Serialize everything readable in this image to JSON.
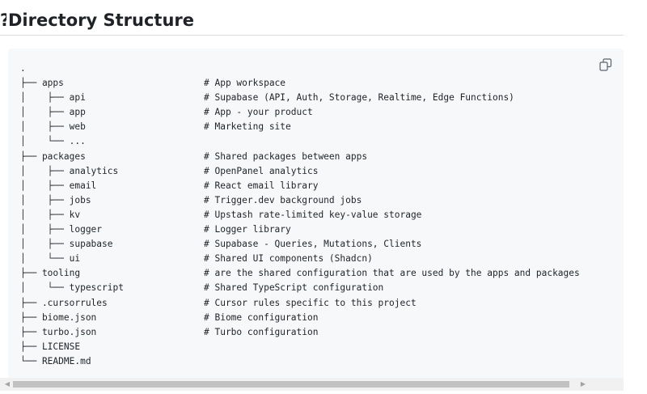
{
  "heading": {
    "title": "Directory Structure"
  },
  "code": {
    "lines": [
      {
        "tree": ".",
        "comment": ""
      },
      {
        "tree": "├── apps",
        "comment": "# App workspace"
      },
      {
        "tree": "│    ├── api",
        "comment": "# Supabase (API, Auth, Storage, Realtime, Edge Functions)"
      },
      {
        "tree": "│    ├── app",
        "comment": "# App - your product"
      },
      {
        "tree": "│    ├── web",
        "comment": "# Marketing site"
      },
      {
        "tree": "│    └── ...",
        "comment": ""
      },
      {
        "tree": "├── packages",
        "comment": "# Shared packages between apps"
      },
      {
        "tree": "│    ├── analytics",
        "comment": "# OpenPanel analytics"
      },
      {
        "tree": "│    ├── email",
        "comment": "# React email library"
      },
      {
        "tree": "│    ├── jobs",
        "comment": "# Trigger.dev background jobs"
      },
      {
        "tree": "│    ├── kv",
        "comment": "# Upstash rate-limited key-value storage"
      },
      {
        "tree": "│    ├── logger",
        "comment": "# Logger library"
      },
      {
        "tree": "│    ├── supabase",
        "comment": "# Supabase - Queries, Mutations, Clients"
      },
      {
        "tree": "│    └── ui",
        "comment": "# Shared UI components (Shadcn)"
      },
      {
        "tree": "├── tooling",
        "comment": "# are the shared configuration that are used by the apps and packages"
      },
      {
        "tree": "│    └── typescript",
        "comment": "# Shared TypeScript configuration"
      },
      {
        "tree": "├── .cursorrules",
        "comment": "# Cursor rules specific to this project"
      },
      {
        "tree": "├── biome.json",
        "comment": "# Biome configuration"
      },
      {
        "tree": "├── turbo.json",
        "comment": "# Turbo configuration"
      },
      {
        "tree": "├── LICENSE",
        "comment": ""
      },
      {
        "tree": "└── README.md",
        "comment": ""
      }
    ]
  },
  "icons": {
    "copy": "copy-icon",
    "scroll_left": "scroll-left-arrow-icon",
    "scroll_right": "scroll-right-arrow-icon"
  },
  "colors": {
    "code_background": "#f6f8fa",
    "text": "#1f2328",
    "scrollbar_track": "#f1f1f1",
    "scrollbar_thumb": "#c1c1c1"
  }
}
